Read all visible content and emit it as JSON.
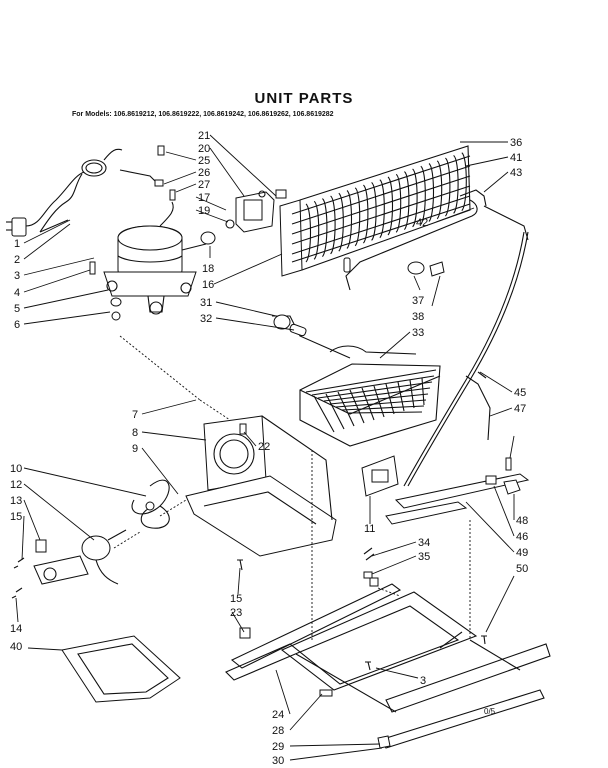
{
  "title": "UNIT PARTS",
  "subtitle": "For Models: 106.8619212, 106.8619222, 106.8619242, 106.8619262, 106.8619282",
  "page_code": "0/5",
  "labels": [
    "1",
    "2",
    "3",
    "4",
    "5",
    "6",
    "7",
    "8",
    "9",
    "10",
    "12",
    "13",
    "15",
    "14",
    "40",
    "21",
    "20",
    "25",
    "26",
    "27",
    "17",
    "19",
    "18",
    "16",
    "31",
    "32",
    "33",
    "36",
    "41",
    "43",
    "42",
    "37",
    "38",
    "22",
    "45",
    "47",
    "48",
    "46",
    "49",
    "50",
    "11",
    "34",
    "35",
    "15",
    "23",
    "3",
    "24",
    "28",
    "29",
    "30"
  ]
}
